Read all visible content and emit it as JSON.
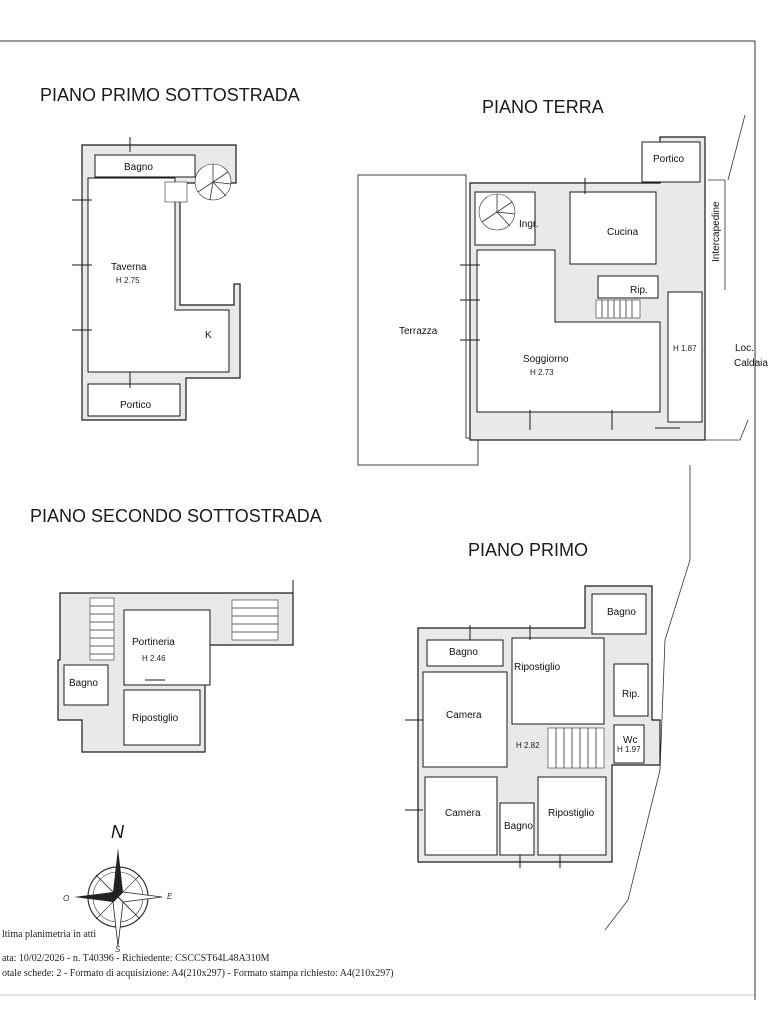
{
  "floors": {
    "primo_sottostrada": {
      "title": "PIANO PRIMO SOTTOSTRADA",
      "rooms": {
        "bagno": "Bagno",
        "taverna": "Taverna",
        "taverna_h": "H 2.75",
        "k": "K",
        "portico": "Portico"
      }
    },
    "terra": {
      "title": "PIANO TERRA",
      "rooms": {
        "portico": "Portico",
        "ingr": "Ingr.",
        "cucina": "Cucina",
        "intercapedine": "Intercapedine",
        "rip": "Rip.",
        "terrazza": "Terrazza",
        "soggiorno": "Soggiorno",
        "soggiorno_h": "H 2.73",
        "loc_h": "H 1.87",
        "loc": "Loc.",
        "caldaia": "Caldaia"
      }
    },
    "secondo_sottostrada": {
      "title": "PIANO SECONDO SOTTOSTRADA",
      "rooms": {
        "portineria": "Portineria",
        "portineria_h": "H 2.46",
        "bagno": "Bagno",
        "ripostiglio": "Ripostiglio"
      }
    },
    "primo": {
      "title": "PIANO PRIMO",
      "rooms": {
        "bagno_top": "Bagno",
        "bagno": "Bagno",
        "ripostiglio": "Ripostiglio",
        "rip": "Rip.",
        "camera": "Camera",
        "h282": "H 2.82",
        "wc": "Wc",
        "wc_h": "H 1.97",
        "camera2": "Camera",
        "bagno2": "Bagno",
        "ripostiglio2": "Ripostiglio"
      }
    }
  },
  "compass": {
    "n": "N",
    "e": "E",
    "o": "O",
    "s": "S"
  },
  "footer": {
    "line1": "ltima planimetria in atti",
    "line2": "ata: 10/02/2026 - n. T40396 - Richiedente: CSCCST64L48A310M",
    "line3": "otale schede: 2 - Formato di acquisizione: A4(210x297)  - Formato stampa richiesto: A4(210x297)"
  }
}
